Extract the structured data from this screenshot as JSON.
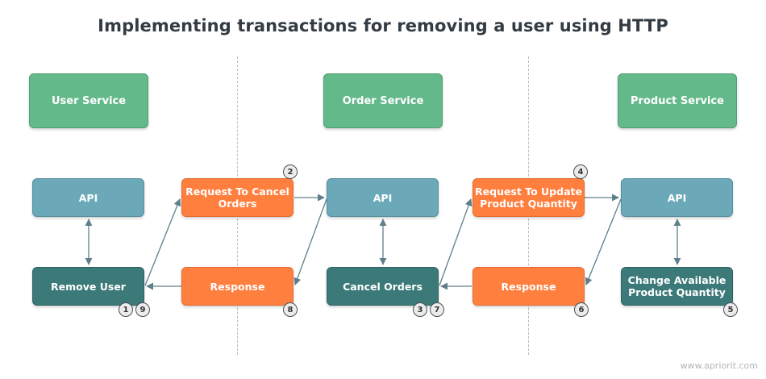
{
  "title": "Implementing transactions for removing a user using HTTP",
  "services": [
    {
      "label": "User Service"
    },
    {
      "label": "Order Service"
    },
    {
      "label": "Product Service"
    }
  ],
  "api_label": "API",
  "operations": [
    {
      "label": "Remove User",
      "steps": [
        "1",
        "9"
      ]
    },
    {
      "label": "Cancel Orders",
      "steps": [
        "3",
        "7"
      ]
    },
    {
      "label": "Change Available Product Quantity",
      "steps": [
        "5"
      ]
    }
  ],
  "requests": [
    {
      "label": "Request To Cancel Orders",
      "step": "2"
    },
    {
      "label": "Request To Update Product Quantity",
      "step": "4"
    }
  ],
  "responses": [
    {
      "label": "Response",
      "step": "8"
    },
    {
      "label": "Response",
      "step": "6"
    }
  ],
  "footer": "www.apriorit.com",
  "colors": {
    "service": "#64b98b",
    "api": "#6ba9b9",
    "operation": "#3b7a78",
    "message": "#ff7f3f",
    "arrow": "#5e7f8a"
  }
}
